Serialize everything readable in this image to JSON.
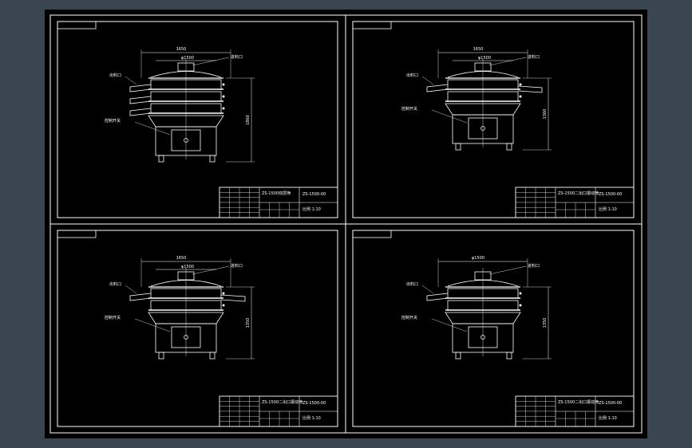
{
  "app": {
    "background": "#3a4552",
    "canvas": "#000000",
    "line": "#ffffff"
  },
  "sheets": [
    {
      "id": "tl",
      "dim_width": "1650",
      "dim_inner": "φ1500",
      "dim_height": "1860",
      "callouts": [
        "进料口",
        "出料口",
        "控制开关"
      ],
      "title_name": "ZS-1500双层筛",
      "title_code": "ZS-1500-00",
      "title_sub": "比例 1:10",
      "outlets_right": 0
    },
    {
      "id": "tr",
      "dim_width": "1650",
      "dim_inner": "φ1500",
      "dim_height": "1360",
      "callouts": [
        "进料口",
        "出料口",
        "控制开关"
      ],
      "title_name": "ZS-1500二出口振动筛",
      "title_code": "ZS-1500-00",
      "title_sub": "比例 1:10",
      "outlets_right": 1
    },
    {
      "id": "bl",
      "dim_width": "1650",
      "dim_inner": "φ1500",
      "dim_height": "1350",
      "callouts": [
        "进料口",
        "出料口",
        "控制开关"
      ],
      "title_name": "ZS-1500二出口振动筛",
      "title_code": "ZS-1500-00",
      "title_sub": "比例 1:10",
      "outlets_right": 1
    },
    {
      "id": "br",
      "dim_width": "φ1500",
      "dim_inner": "",
      "dim_height": "1350",
      "callouts": [
        "进料口",
        "出料口",
        "控制开关"
      ],
      "title_name": "ZS-1500二出口振动筛",
      "title_code": "ZS-1500-00",
      "title_sub": "比例 1:10",
      "outlets_right": 0
    }
  ]
}
